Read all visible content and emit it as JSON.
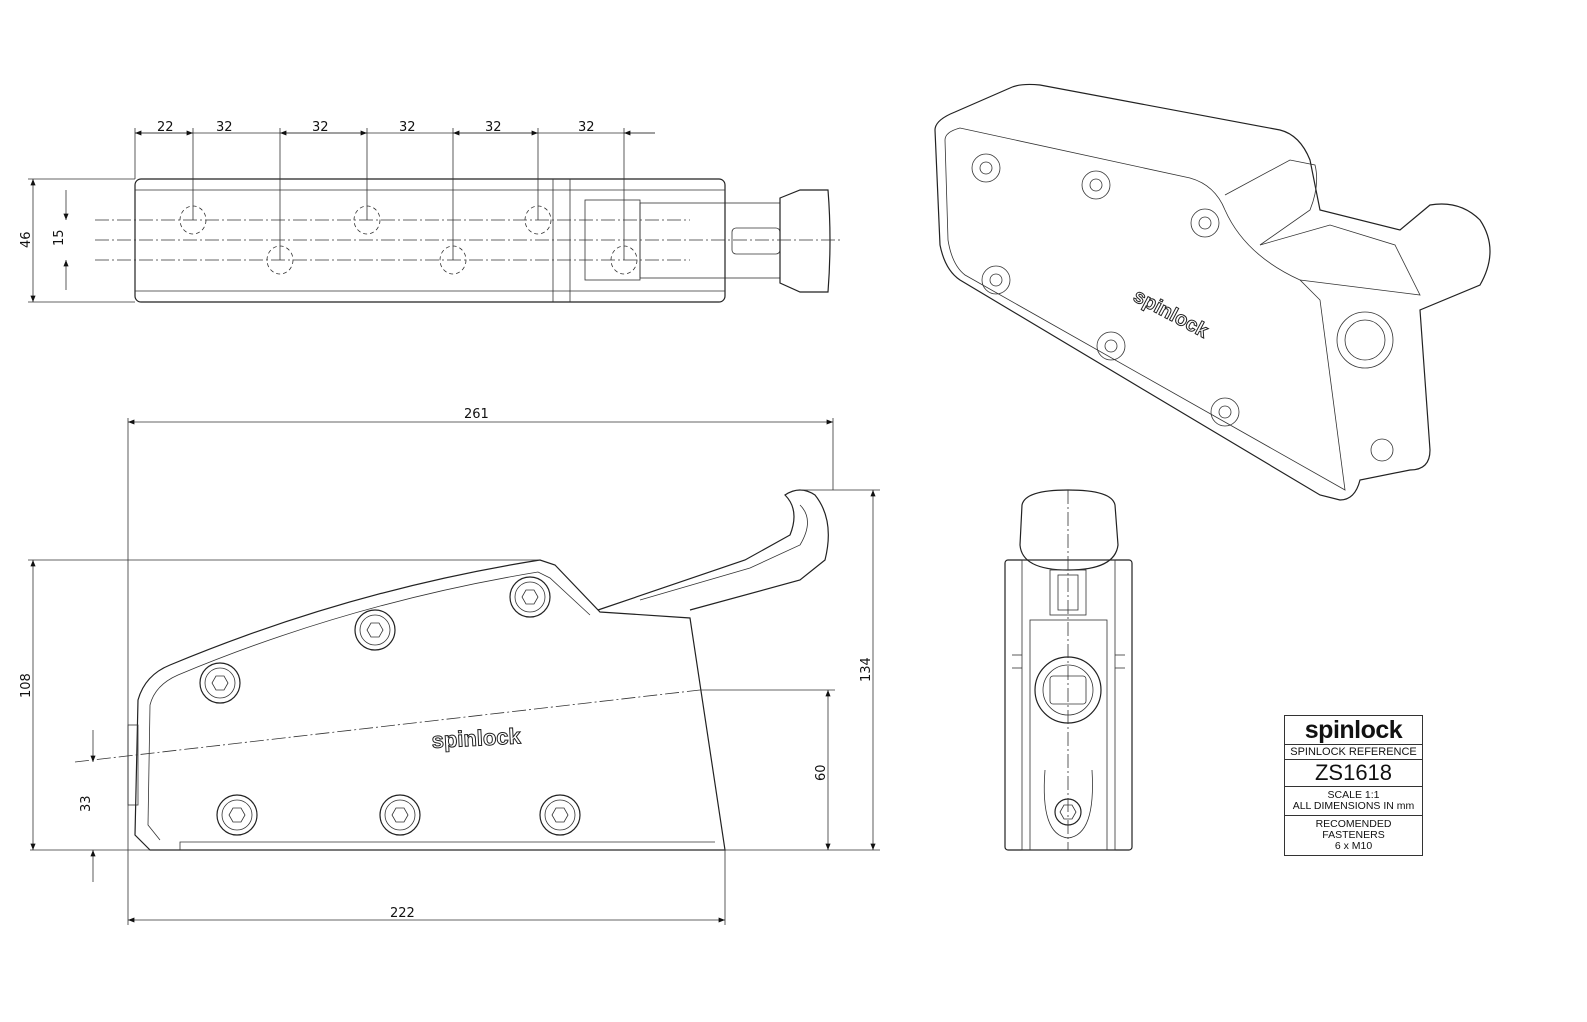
{
  "top_view": {
    "dims": {
      "pitch_first": "22",
      "pitch_1": "32",
      "pitch_2": "32",
      "pitch_3": "32",
      "pitch_4": "32",
      "pitch_5": "32",
      "width": "46",
      "row_spacing": "15"
    }
  },
  "side_view": {
    "dims": {
      "overall_length": "261",
      "overall_height": "134",
      "body_height": "108",
      "line_height_exit": "60",
      "line_height_entry": "33",
      "base_length": "222"
    },
    "logo": "spinlock"
  },
  "iso_view": {
    "logo": "spinlock"
  },
  "title_block": {
    "brand": "spinlock",
    "reference_label": "SPINLOCK REFERENCE",
    "reference": "ZS1618",
    "scale": "SCALE 1:1",
    "units": "ALL DIMENSIONS IN mm",
    "fasteners_label": "RECOMENDED FASTENERS",
    "fasteners": "6 x M10"
  },
  "colors": {
    "line": "#222222",
    "background": "#ffffff"
  }
}
